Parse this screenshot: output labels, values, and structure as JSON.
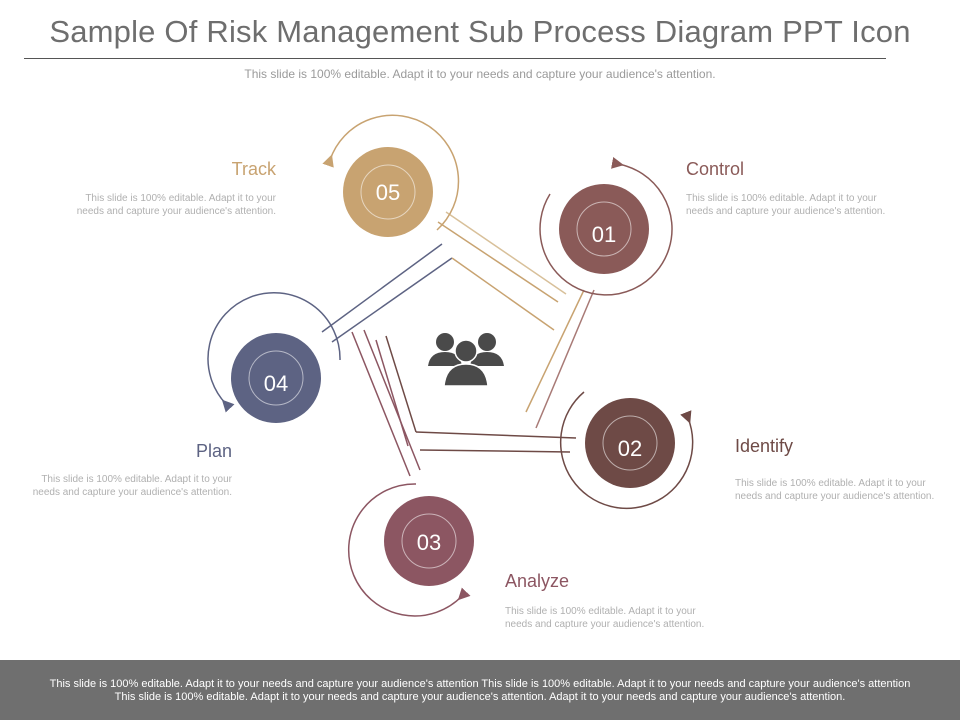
{
  "title": "Sample Of Risk Management Sub Process Diagram PPT Icon",
  "subtitle": "This slide is 100% editable. Adapt it to your needs and capture your audience's attention.",
  "steps": [
    {
      "number": "01",
      "label": "Control",
      "description": "This slide is 100% editable. Adapt it to your needs and capture your audience's attention.",
      "color": "#8a5a58"
    },
    {
      "number": "02",
      "label": "Identify",
      "description": "This slide is 100% editable. Adapt it to your needs and capture your audience's attention.",
      "color": "#6e4a46"
    },
    {
      "number": "03",
      "label": "Analyze",
      "description": "This slide is 100% editable. Adapt it to your needs and capture your audience's attention.",
      "color": "#8c5662"
    },
    {
      "number": "04",
      "label": "Plan",
      "description": "This slide is 100% editable. Adapt it to your needs and capture your audience's attention.",
      "color": "#5d6383"
    },
    {
      "number": "05",
      "label": "Track",
      "description": "This slide is 100% editable. Adapt it to your needs and capture your audience's attention.",
      "color": "#c8a371"
    }
  ],
  "center_icon": "people-group-icon",
  "footer": {
    "line1": "This slide is 100% editable. Adapt it to your needs and capture your audience's attention This slide is 100% editable. Adapt it to your needs and capture your audience's attention",
    "line2": "This slide is 100% editable. Adapt it to your needs and capture your audience's attention. Adapt it to your needs and capture your audience's attention."
  }
}
